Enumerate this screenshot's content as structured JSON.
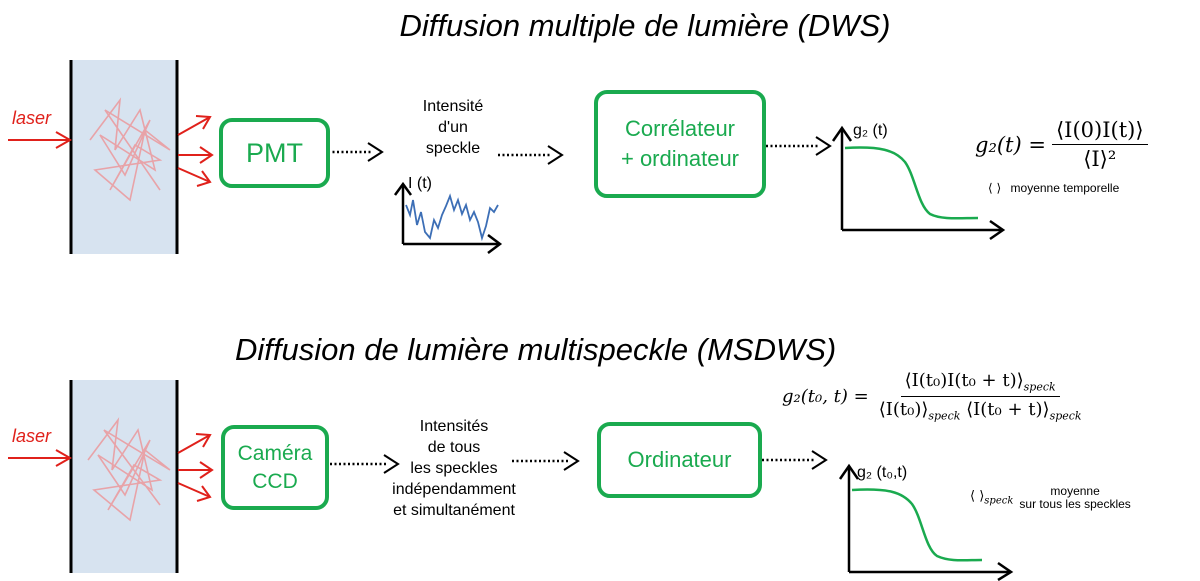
{
  "dws": {
    "title": "Diffusion multiple de lumière (DWS)",
    "laser_label": "laser",
    "pmt_label": "PMT",
    "intensity_line1": "Intensité",
    "intensity_line2": "d'un",
    "intensity_line3": "speckle",
    "signal_label": "I (t)",
    "correlator_line1": "Corrélateur",
    "correlator_line2": "+ ordinateur",
    "g2_label": "g₂ (t)",
    "formula_lhs": "g₂(t) =",
    "formula_num": "⟨I(0)I(t)⟩",
    "formula_den": "⟨I⟩²",
    "avg_symbol": "⟨ ⟩",
    "avg_note": "moyenne temporelle"
  },
  "msdws": {
    "title": "Diffusion de lumière multispeckle (MSDWS)",
    "laser_label": "laser",
    "camera_line1": "Caméra",
    "camera_line2": "CCD",
    "intensities_lines": [
      "Intensités",
      "de tous",
      "les speckles",
      "indépendamment",
      "et simultanément"
    ],
    "computer_label": "Ordinateur",
    "g2_label": "g₂ (t₀,t)",
    "formula_lhs": "g₂(t₀, t) =",
    "formula_num": "⟨I(t₀)I(t₀ + t)⟩",
    "formula_num_sub": "speck",
    "formula_den_a": "⟨I(t₀)⟩",
    "formula_den_b": "⟨I(t₀ + t)⟩",
    "formula_den_sub": "speck",
    "avg_symbol": "⟨ ⟩",
    "avg_sub": "speck",
    "avg_note_line1": "moyenne",
    "avg_note_line2": "sur tous les speckles"
  },
  "colors": {
    "green": "#1aaa4f",
    "red": "#e0211b",
    "sample": "#d7e3f0",
    "path": "#e8a3a8",
    "signal": "#3d6fb6"
  }
}
